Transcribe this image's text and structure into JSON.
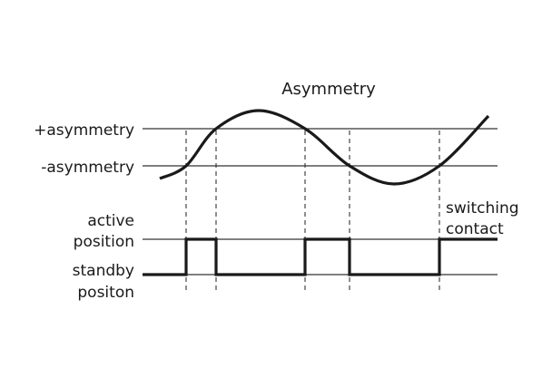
{
  "title": "Asymmetry",
  "labels": {
    "plus_asymmetry": "+asymmetry",
    "minus_asymmetry": "-asymmetry",
    "active_line1": "active",
    "active_line2": "position",
    "standby_line1": "standby",
    "standby_line2": "positon",
    "switching_line1": "switching",
    "switching_line2": "contact"
  },
  "colors": {
    "ink": "#1a1a1a",
    "background": "#ffffff"
  }
}
